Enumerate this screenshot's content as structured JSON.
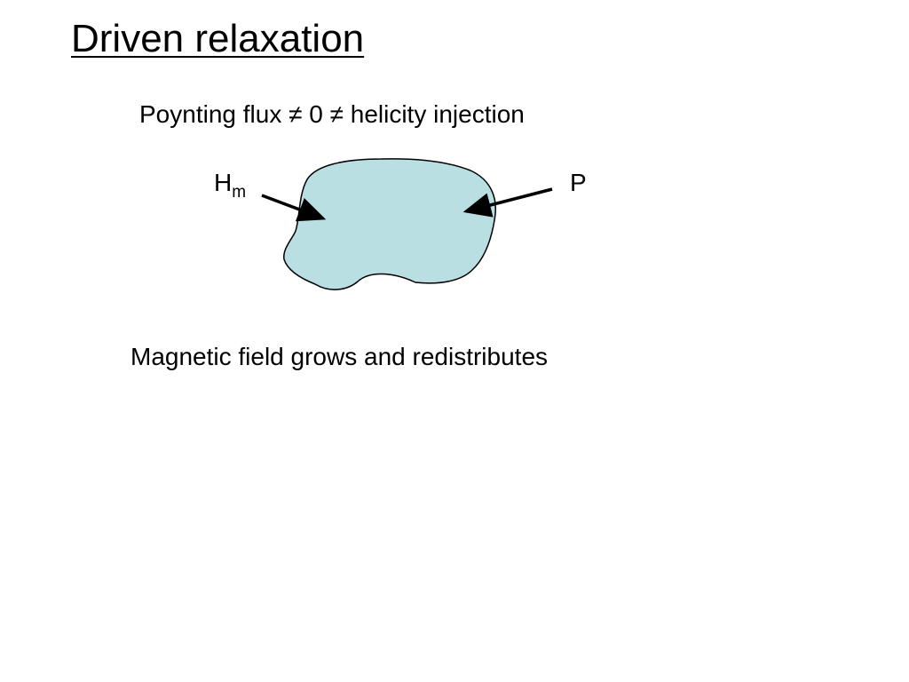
{
  "slide": {
    "title": "Driven relaxation",
    "subtitle": "Poynting flux ≠ 0 ≠ helicity injection",
    "caption": "Magnetic field grows and redistributes"
  },
  "diagram": {
    "region_fill": "#b9dfe3",
    "region_stroke": "#000000",
    "labels": {
      "left_main": "H",
      "left_sub": "m",
      "right": "P"
    },
    "arrows": [
      {
        "name": "helicity-arrow",
        "points_into": "region"
      },
      {
        "name": "poynting-arrow",
        "points_into": "region"
      }
    ]
  }
}
